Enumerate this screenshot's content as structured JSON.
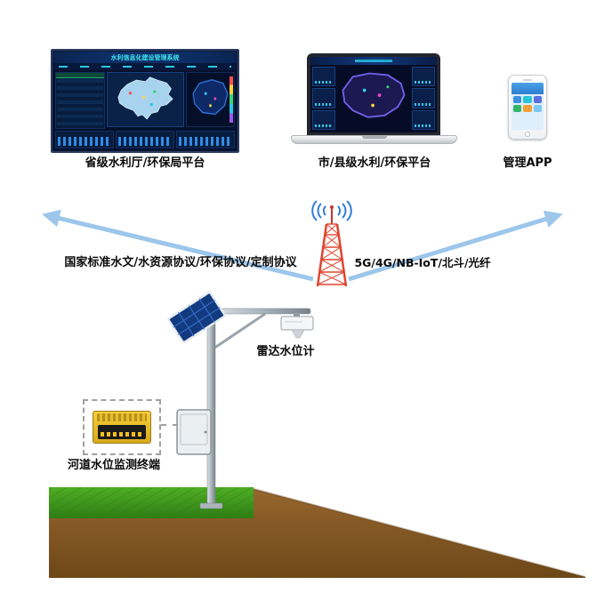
{
  "platforms": {
    "provincial": {
      "label": "省级水利厅/环保局平台",
      "screen_title": "水利信息化建设管理系统"
    },
    "city": {
      "label": "市/县级水利/环保平台"
    },
    "app": {
      "label": "管理APP"
    }
  },
  "links": {
    "protocol_label": "国家标准水文/水资源协议/环保协议/定制协议",
    "network_label": "5G/4G/NB-IoT/北斗/光纤"
  },
  "field_site": {
    "radar_label": "雷达水位计",
    "terminal_label": "河道水位监测终端"
  },
  "colors": {
    "arrow": "#9cc6ea",
    "tower": "#e0452e",
    "signal_wave": "#2f7ed8",
    "grass": "#3f9b1e",
    "soil": "#8a5e2a",
    "solar_panel": "#123a7e",
    "terminal_yellow": "#f0c020"
  }
}
